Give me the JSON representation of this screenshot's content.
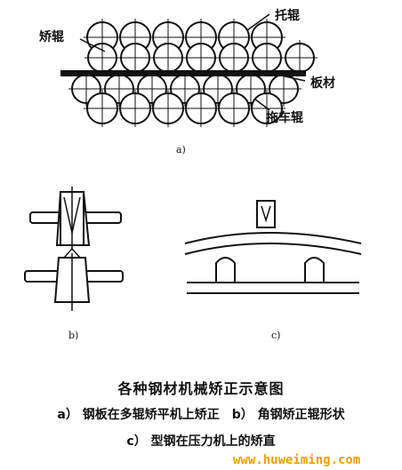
{
  "diagram_a": {
    "label_support_roll": "托辊",
    "label_straightening_roll": "矫辊",
    "label_plate": "板材",
    "label_drag_roll": "拖车辊",
    "sub_label": "a)"
  },
  "diagram_b": {
    "sub_label": "b)"
  },
  "diagram_c": {
    "sub_label": "c)"
  },
  "caption": {
    "title": "各种钢材机械矫正示意图",
    "line1": "a） 钢板在多辊矫平机上矫正　b） 角钢矫正辊形状",
    "line2": "c） 型钢在压力机上的矫直"
  },
  "watermark": "www.huweiming.com"
}
